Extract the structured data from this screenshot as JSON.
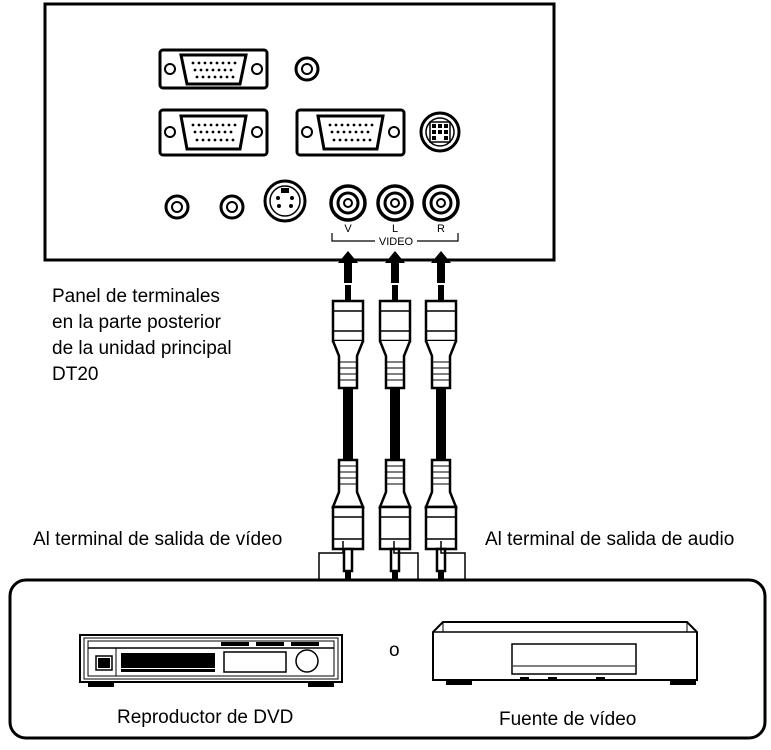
{
  "panel": {
    "jack_labels": {
      "v": "V",
      "l": "L",
      "r": "R",
      "group": "VIDEO"
    },
    "caption_lines": [
      "Panel de terminales",
      "en la parte posterior",
      "de la unidad principal",
      "DT20"
    ]
  },
  "labels": {
    "video_output": "Al terminal de salida de vídeo",
    "audio_output": "Al terminal de salida de audio",
    "or": "o"
  },
  "devices": {
    "dvd_player": "Reproductor de DVD",
    "video_source": "Fuente de vídeo"
  }
}
